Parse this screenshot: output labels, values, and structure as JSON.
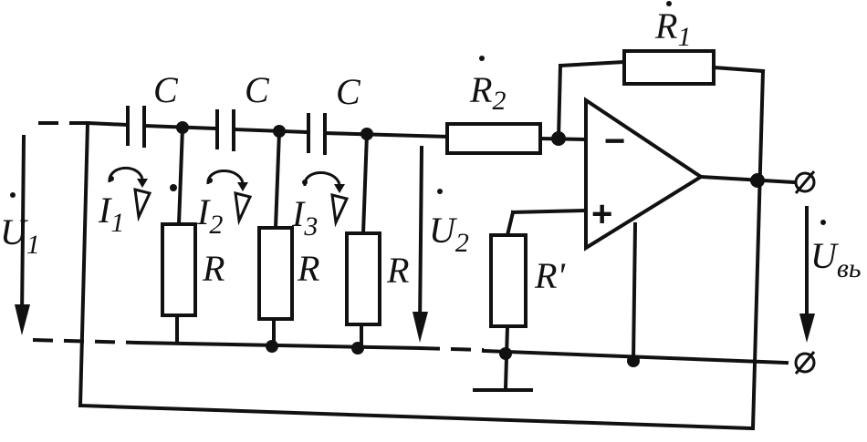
{
  "labels": {
    "capacitor_1": "C",
    "capacitor_2": "C",
    "capacitor_3": "C",
    "resistor_1": "R",
    "resistor_2": "R",
    "resistor_3": "R",
    "feedback_resistor": "R",
    "feedback_resistor_sub": "1",
    "input_resistor": "R",
    "input_resistor_sub": "2",
    "ground_resistor": "R'",
    "input_voltage": "U",
    "input_voltage_sub": "1",
    "mid_voltage": "U",
    "mid_voltage_sub": "2",
    "output_voltage": "U",
    "output_voltage_sub": "вь",
    "current_1": "I",
    "current_1_sub": "1",
    "current_2": "I",
    "current_2_sub": "2",
    "current_3": "I",
    "current_3_sub": "3",
    "opamp_minus": "−",
    "opamp_plus": "+"
  }
}
